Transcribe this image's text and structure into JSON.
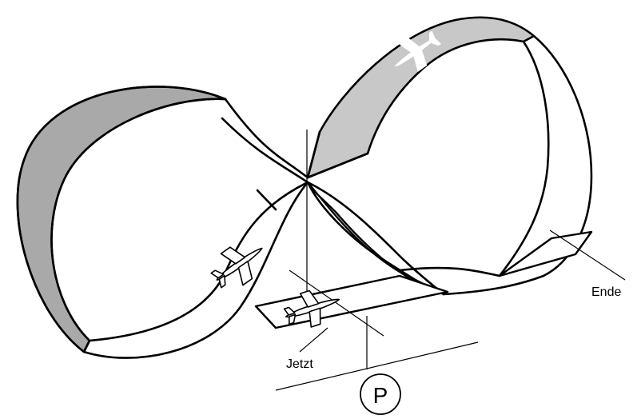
{
  "labels": {
    "end_label": "Ende",
    "now_label": "Jetzt",
    "point_label": "P"
  },
  "colors": {
    "ribbon_shade": "#c8c8c8",
    "ribbon_shade_dark": "#a9a9a9",
    "ink": "#000000",
    "background": "#ffffff"
  },
  "icons": [
    "airplane-icon"
  ]
}
